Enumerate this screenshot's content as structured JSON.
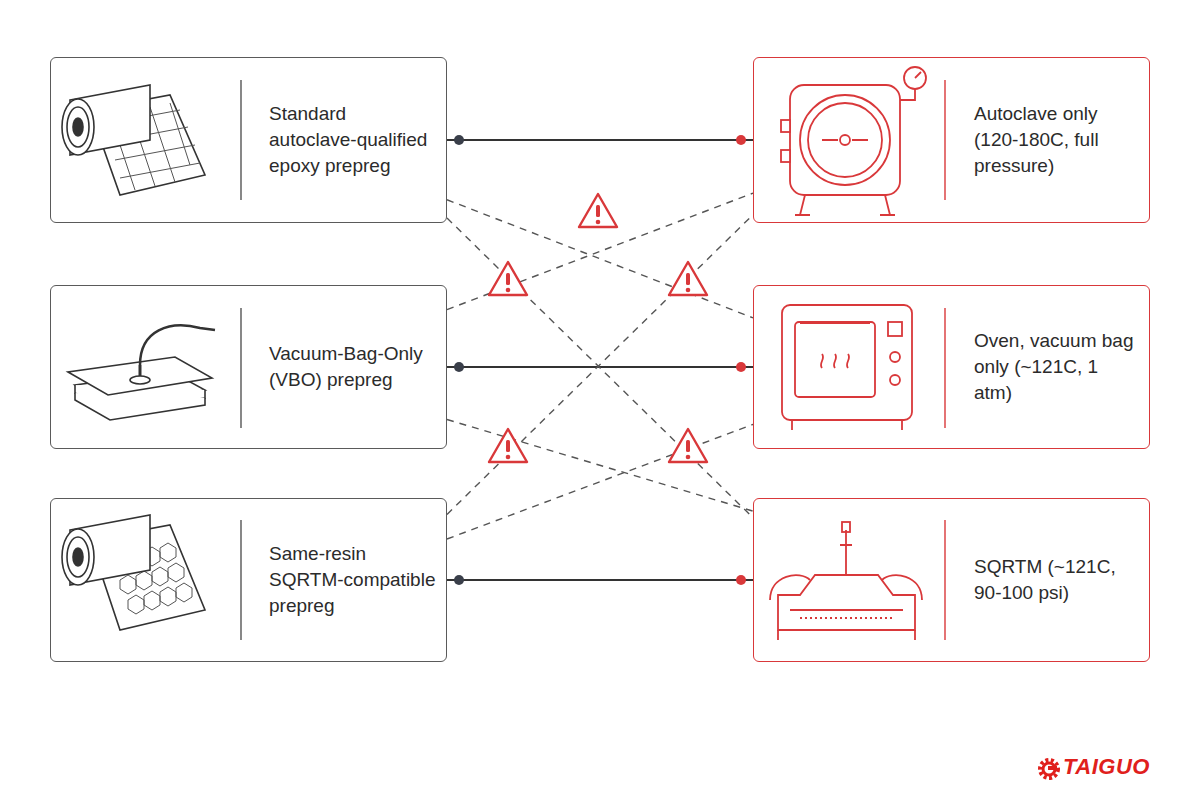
{
  "diagram": {
    "nodes": [
      {
        "text": [
          "Standard autoclave-qualified epoxy prepreg"
        ]
      },
      {
        "text": [
          "Autoclave only (120-180C, full pressure)"
        ]
      },
      {
        "text": [
          "Vacuum-Bag-Only (VBO) prepreg"
        ]
      },
      {
        "text": [
          "Oven, vacuum bag only (~121C, 1 atm)"
        ]
      },
      {
        "text": [
          "Same-resin SQRTM-compatible prepreg"
        ]
      },
      {
        "text": [
          "SQRTM (~121C, 90-100 psi)"
        ]
      }
    ],
    "edges": [
      {
        "from": 0,
        "to": 1,
        "arrow": "none"
      },
      {
        "from": 2,
        "to": 3,
        "arrow": "none"
      },
      {
        "from": 4,
        "to": 5,
        "arrow": "none"
      },
      {
        "from": 0,
        "to": 3,
        "arrow": "none"
      },
      {
        "from": 0,
        "to": 5,
        "arrow": "none"
      },
      {
        "from": 2,
        "to": 1,
        "arrow": "none"
      },
      {
        "from": 2,
        "to": 5,
        "arrow": "none"
      },
      {
        "from": 4,
        "to": 1,
        "arrow": "none"
      },
      {
        "from": 4,
        "to": 3,
        "arrow": "none"
      }
    ],
    "labels": [
      "TAIGUO"
    ]
  }
}
